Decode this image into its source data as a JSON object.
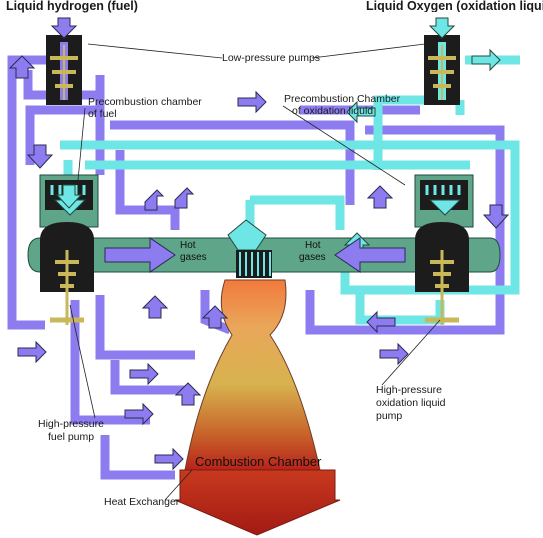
{
  "title_left": "Liquid hydrogen (fuel)",
  "title_right": "Liquid Oxygen (oxidation liquid)",
  "labels": {
    "low_pressure_pumps": "Low-pressure pumps",
    "precomb_fuel_line1": "Precombustion chamber",
    "precomb_fuel_line2": "of fuel",
    "precomb_ox_line1": "Precombustion Chamber",
    "precomb_ox_line2": "of oxidation liquid",
    "hot_gases_left_1": "Hot",
    "hot_gases_left_2": "gases",
    "hot_gases_right_1": "Hot",
    "hot_gases_right_2": "gases",
    "hp_fuel_pump_1": "High-pressure",
    "hp_fuel_pump_2": "fuel pump",
    "hp_ox_pump_1": "High-pressure",
    "hp_ox_pump_2": "oxidation liquid",
    "hp_ox_pump_3": "pump",
    "combustion_chamber": "Combustion Chamber",
    "heat_exchanger": "Heat Exchanger"
  },
  "colors": {
    "fuel_line": "#8c7cf0",
    "oxidizer_line": "#6fe6e6",
    "line_outline": "#2b2b55",
    "hot_gas_duct": "#5fa58a",
    "pump_body": "#1c1c1c",
    "pump_rotor": "#c9b85a",
    "flame_top": "#f07a3c",
    "flame_mid": "#d8a84a",
    "flame_bottom": "#c0241a"
  }
}
